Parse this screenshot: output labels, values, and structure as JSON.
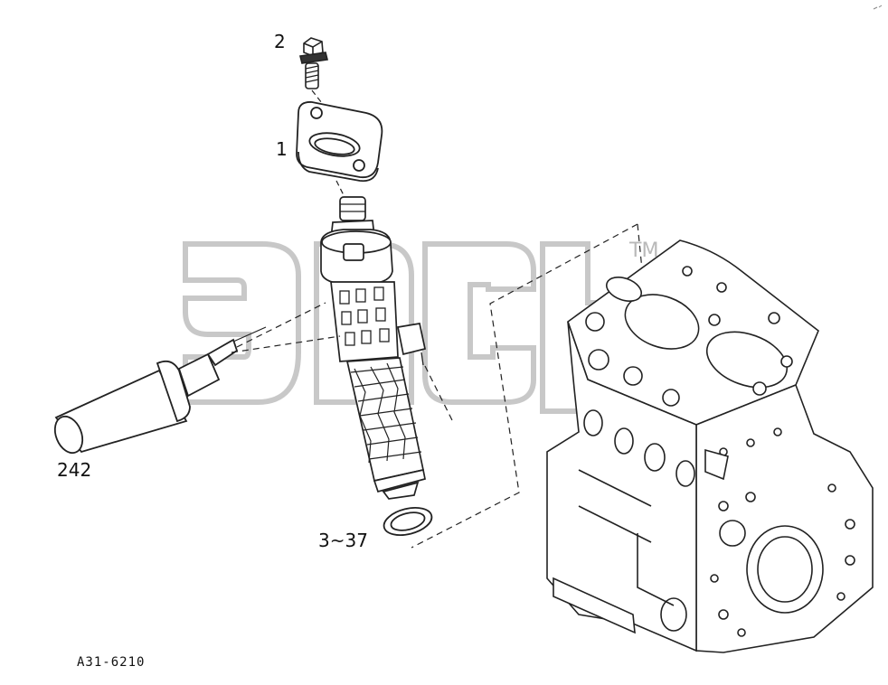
{
  "callouts": {
    "part_1": "1",
    "part_2": "2",
    "part_242": "242",
    "part_3_37": "3~37"
  },
  "figure_code": "A31-6210",
  "watermark": {
    "trademark": "TM"
  },
  "colors": {
    "line": "#222222",
    "watermark": "#c8c8c8",
    "background": "#ffffff"
  }
}
